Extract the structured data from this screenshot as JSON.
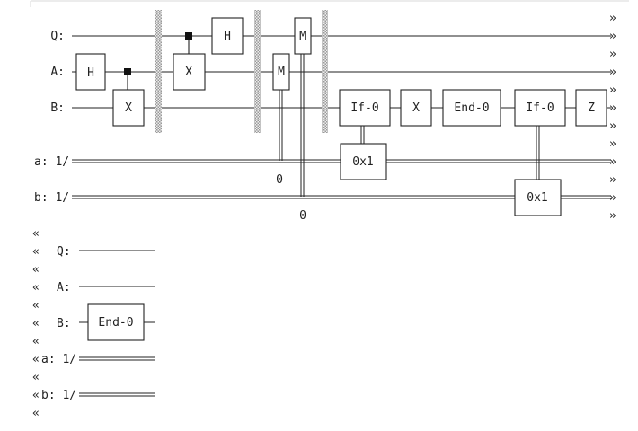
{
  "colors": {
    "wire": "#222222",
    "barrier": "#c8c8c8",
    "background": "#ffffff"
  },
  "continuation_marker": "»",
  "back_marker": "«",
  "row1": {
    "qubit_labels": [
      "Q:",
      "A:",
      "B:"
    ],
    "classical_labels": [
      "a: 1/",
      "b: 1/"
    ],
    "gates": {
      "h_a": "H",
      "x_b": "X",
      "x_a": "X",
      "h_q": "H",
      "measure_a": "M",
      "measure_q": "M",
      "if_0_first": "If-0",
      "x_after_if": "X",
      "end_0": "End-0",
      "if_0_second": "If-0",
      "z_gate": "Z"
    },
    "conditions": {
      "cond_a": "0x1",
      "cond_b": "0x1"
    },
    "measure_bits": {
      "measure_a_bit": "0",
      "measure_q_bit": "0"
    }
  },
  "row2": {
    "qubit_labels": [
      "Q:",
      "A:",
      "B:"
    ],
    "classical_labels": [
      "a: 1/",
      "b: 1/"
    ],
    "gates": {
      "end_0": "End-0"
    }
  }
}
